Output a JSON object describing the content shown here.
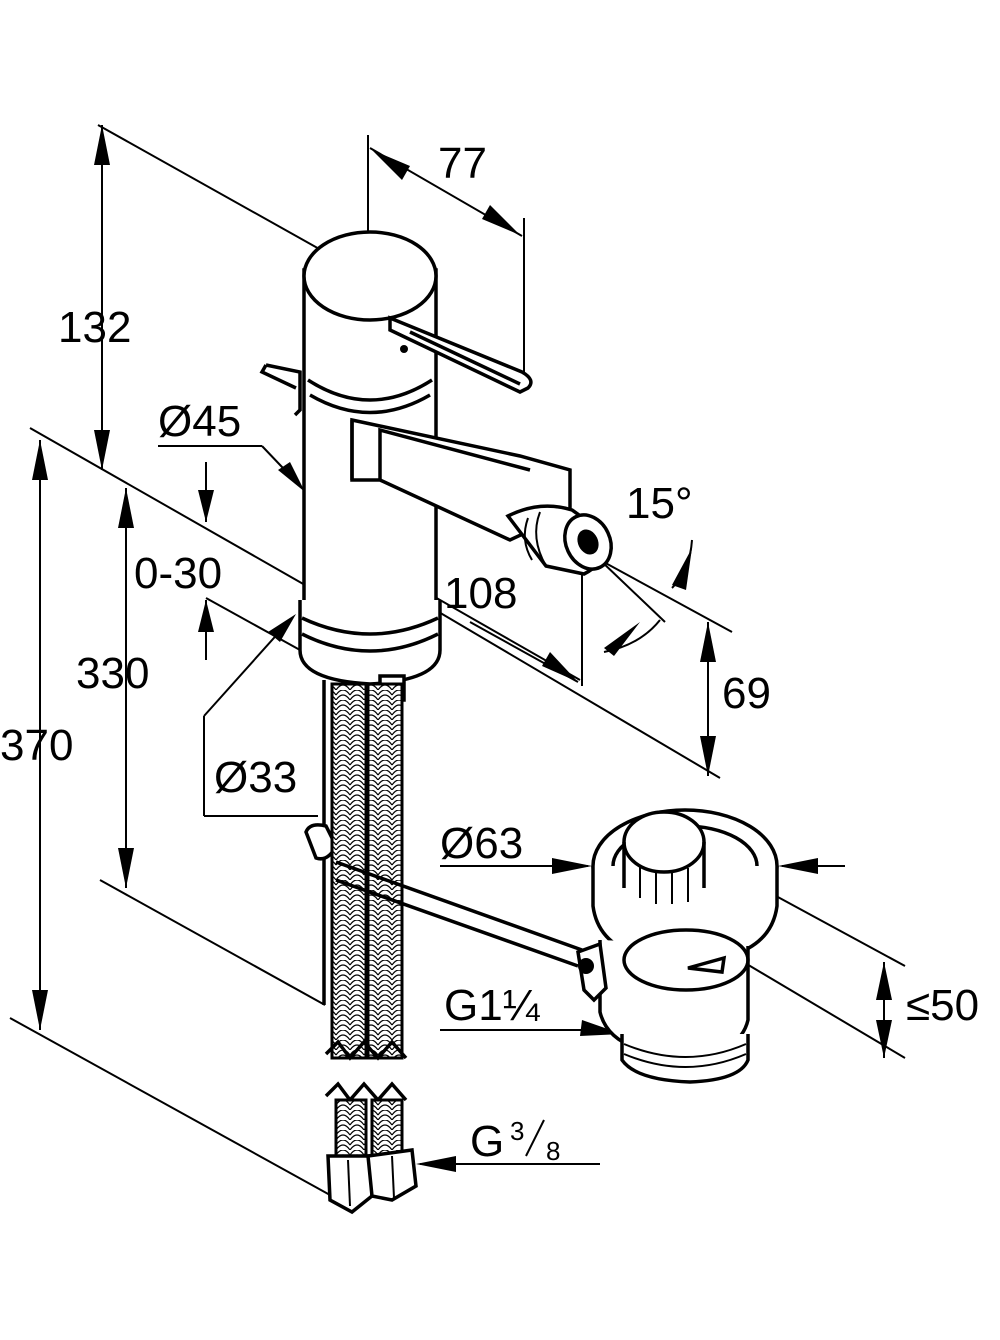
{
  "drawing": {
    "dimensions": {
      "height_spout": "132",
      "projection": "77",
      "spout_diameter": "Ø45",
      "adjustment": "0-30",
      "body_height": "330",
      "total_height": "370",
      "spout_reach": "108",
      "angle": "15°",
      "outlet_height": "69",
      "base_diameter": "Ø33",
      "waste_diameter": "Ø63",
      "waste_height": "≤50",
      "waste_thread": "G1¼",
      "hose_thread_prefix": "G",
      "hose_thread_num": "3",
      "hose_thread_den": "8"
    }
  }
}
